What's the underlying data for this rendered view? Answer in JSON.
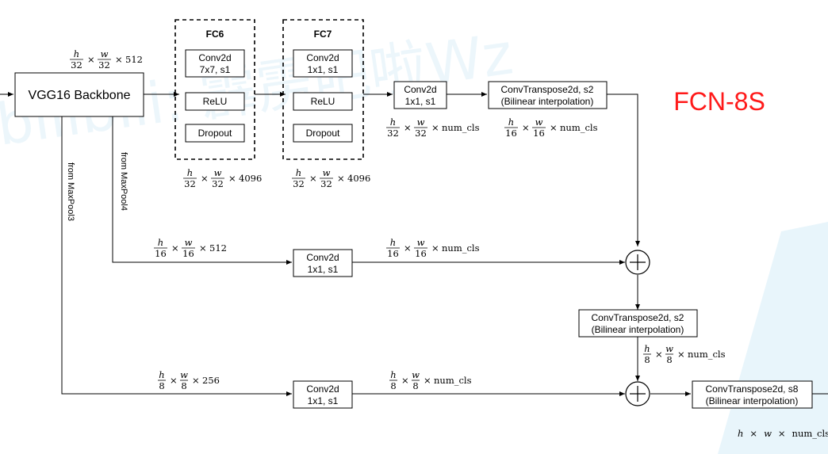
{
  "title": "FCN-8S",
  "watermark": "bilibili: 霹雳吧啦Wz",
  "colors": {
    "title": "#ff1a1a",
    "watermark": "#a8d4ec"
  },
  "backbone": "VGG16 Backbone",
  "fc6": {
    "title": "FC6",
    "conv_l1": "Conv2d",
    "conv_l2": "7x7, s1",
    "relu": "ReLU",
    "dropout": "Dropout"
  },
  "fc7": {
    "title": "FC7",
    "conv_l1": "Conv2d",
    "conv_l2": "1x1, s1",
    "relu": "ReLU",
    "dropout": "Dropout"
  },
  "conv_score": {
    "l1": "Conv2d",
    "l2": "1x1, s1"
  },
  "convt_a": {
    "l1": "ConvTranspose2d, s2",
    "l2": "(Bilinear interpolation)"
  },
  "pool4_conv": {
    "l1": "Conv2d",
    "l2": "1x1, s1"
  },
  "pool3_conv": {
    "l1": "Conv2d",
    "l2": "1x1, s1"
  },
  "convt_b": {
    "l1": "ConvTranspose2d, s2",
    "l2": "(Bilinear interpolation)"
  },
  "convt_c": {
    "l1": "ConvTranspose2d, s8",
    "l2": "(Bilinear interpolation)"
  },
  "branches": {
    "pool4": "from MaxPool4",
    "pool3": "from MaxPool3"
  },
  "symbols": {
    "h": "h",
    "w": "w",
    "times": "×",
    "plus": "+"
  },
  "shape_labels": {
    "backbone_out": {
      "hd": "32",
      "wd": "32",
      "c": "512"
    },
    "fc6_out": {
      "hd": "32",
      "wd": "32",
      "c": "4096"
    },
    "fc7_out": {
      "hd": "32",
      "wd": "32",
      "c": "4096"
    },
    "score_out": {
      "hd": "32",
      "wd": "32",
      "c": "num_cls"
    },
    "convt_a_out": {
      "hd": "16",
      "wd": "16",
      "c": "num_cls"
    },
    "pool4_in": {
      "hd": "16",
      "wd": "16",
      "c": "512"
    },
    "pool4_out": {
      "hd": "16",
      "wd": "16",
      "c": "num_cls"
    },
    "convt_b_out": {
      "hd": "8",
      "wd": "8",
      "c": "num_cls"
    },
    "pool3_in": {
      "hd": "8",
      "wd": "8",
      "c": "256"
    },
    "pool3_out": {
      "hd": "8",
      "wd": "8",
      "c": "num_cls"
    }
  },
  "final_shape": {
    "h": "h",
    "w": "w",
    "c": "num_cls"
  }
}
